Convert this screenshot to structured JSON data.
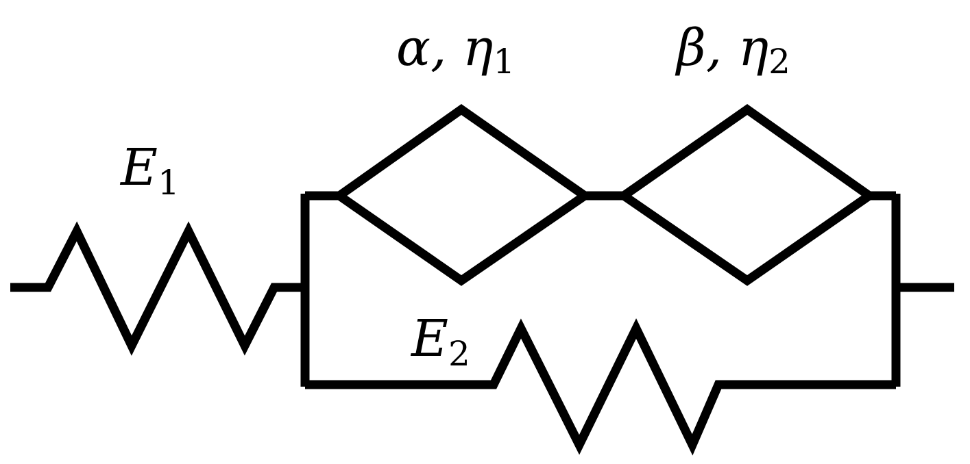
{
  "diagram": {
    "labels": {
      "e1": {
        "symbol": "E",
        "subscript": "1"
      },
      "e2": {
        "symbol": "E",
        "subscript": "2"
      },
      "element_a": {
        "symbol": "α, η",
        "subscript": "1"
      },
      "element_b": {
        "symbol": "β, η",
        "subscript": "2"
      }
    },
    "colors": {
      "stroke": "#000000",
      "background": "#ffffff"
    }
  }
}
